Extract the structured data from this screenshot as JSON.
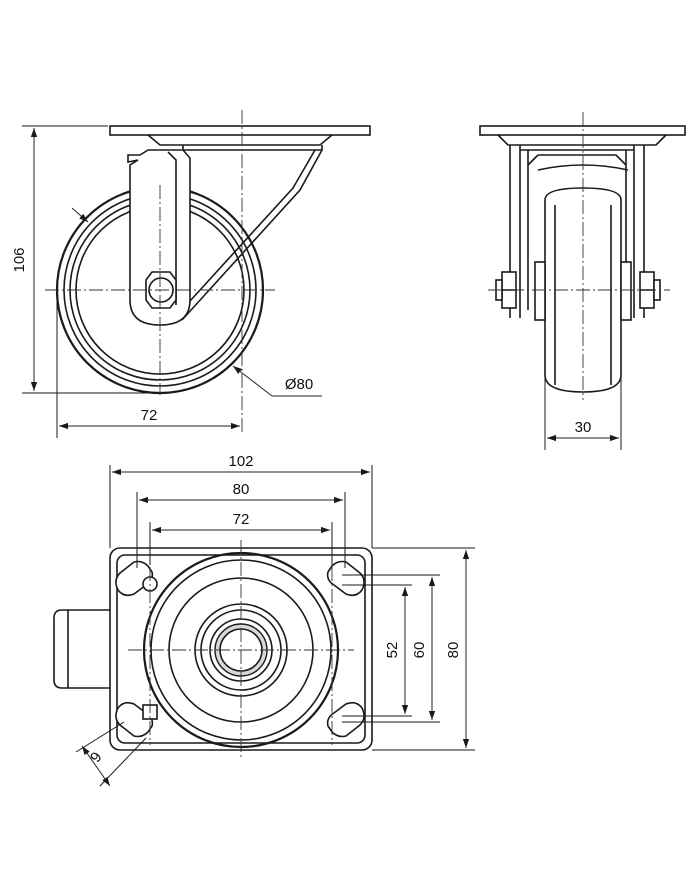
{
  "dimensions": {
    "height": "106",
    "width_side": "72",
    "wheel_diameter": "Ø80",
    "wheel_width": "30",
    "plate_width": "102",
    "plate_hole_outer": "80",
    "plate_hole_inner": "72",
    "plate_depth": "80",
    "hole_spacing_60": "60",
    "hole_spacing_52": "52",
    "hole_diameter": "9"
  },
  "colors": {
    "line": "#1a1a1a",
    "background": "#ffffff"
  }
}
